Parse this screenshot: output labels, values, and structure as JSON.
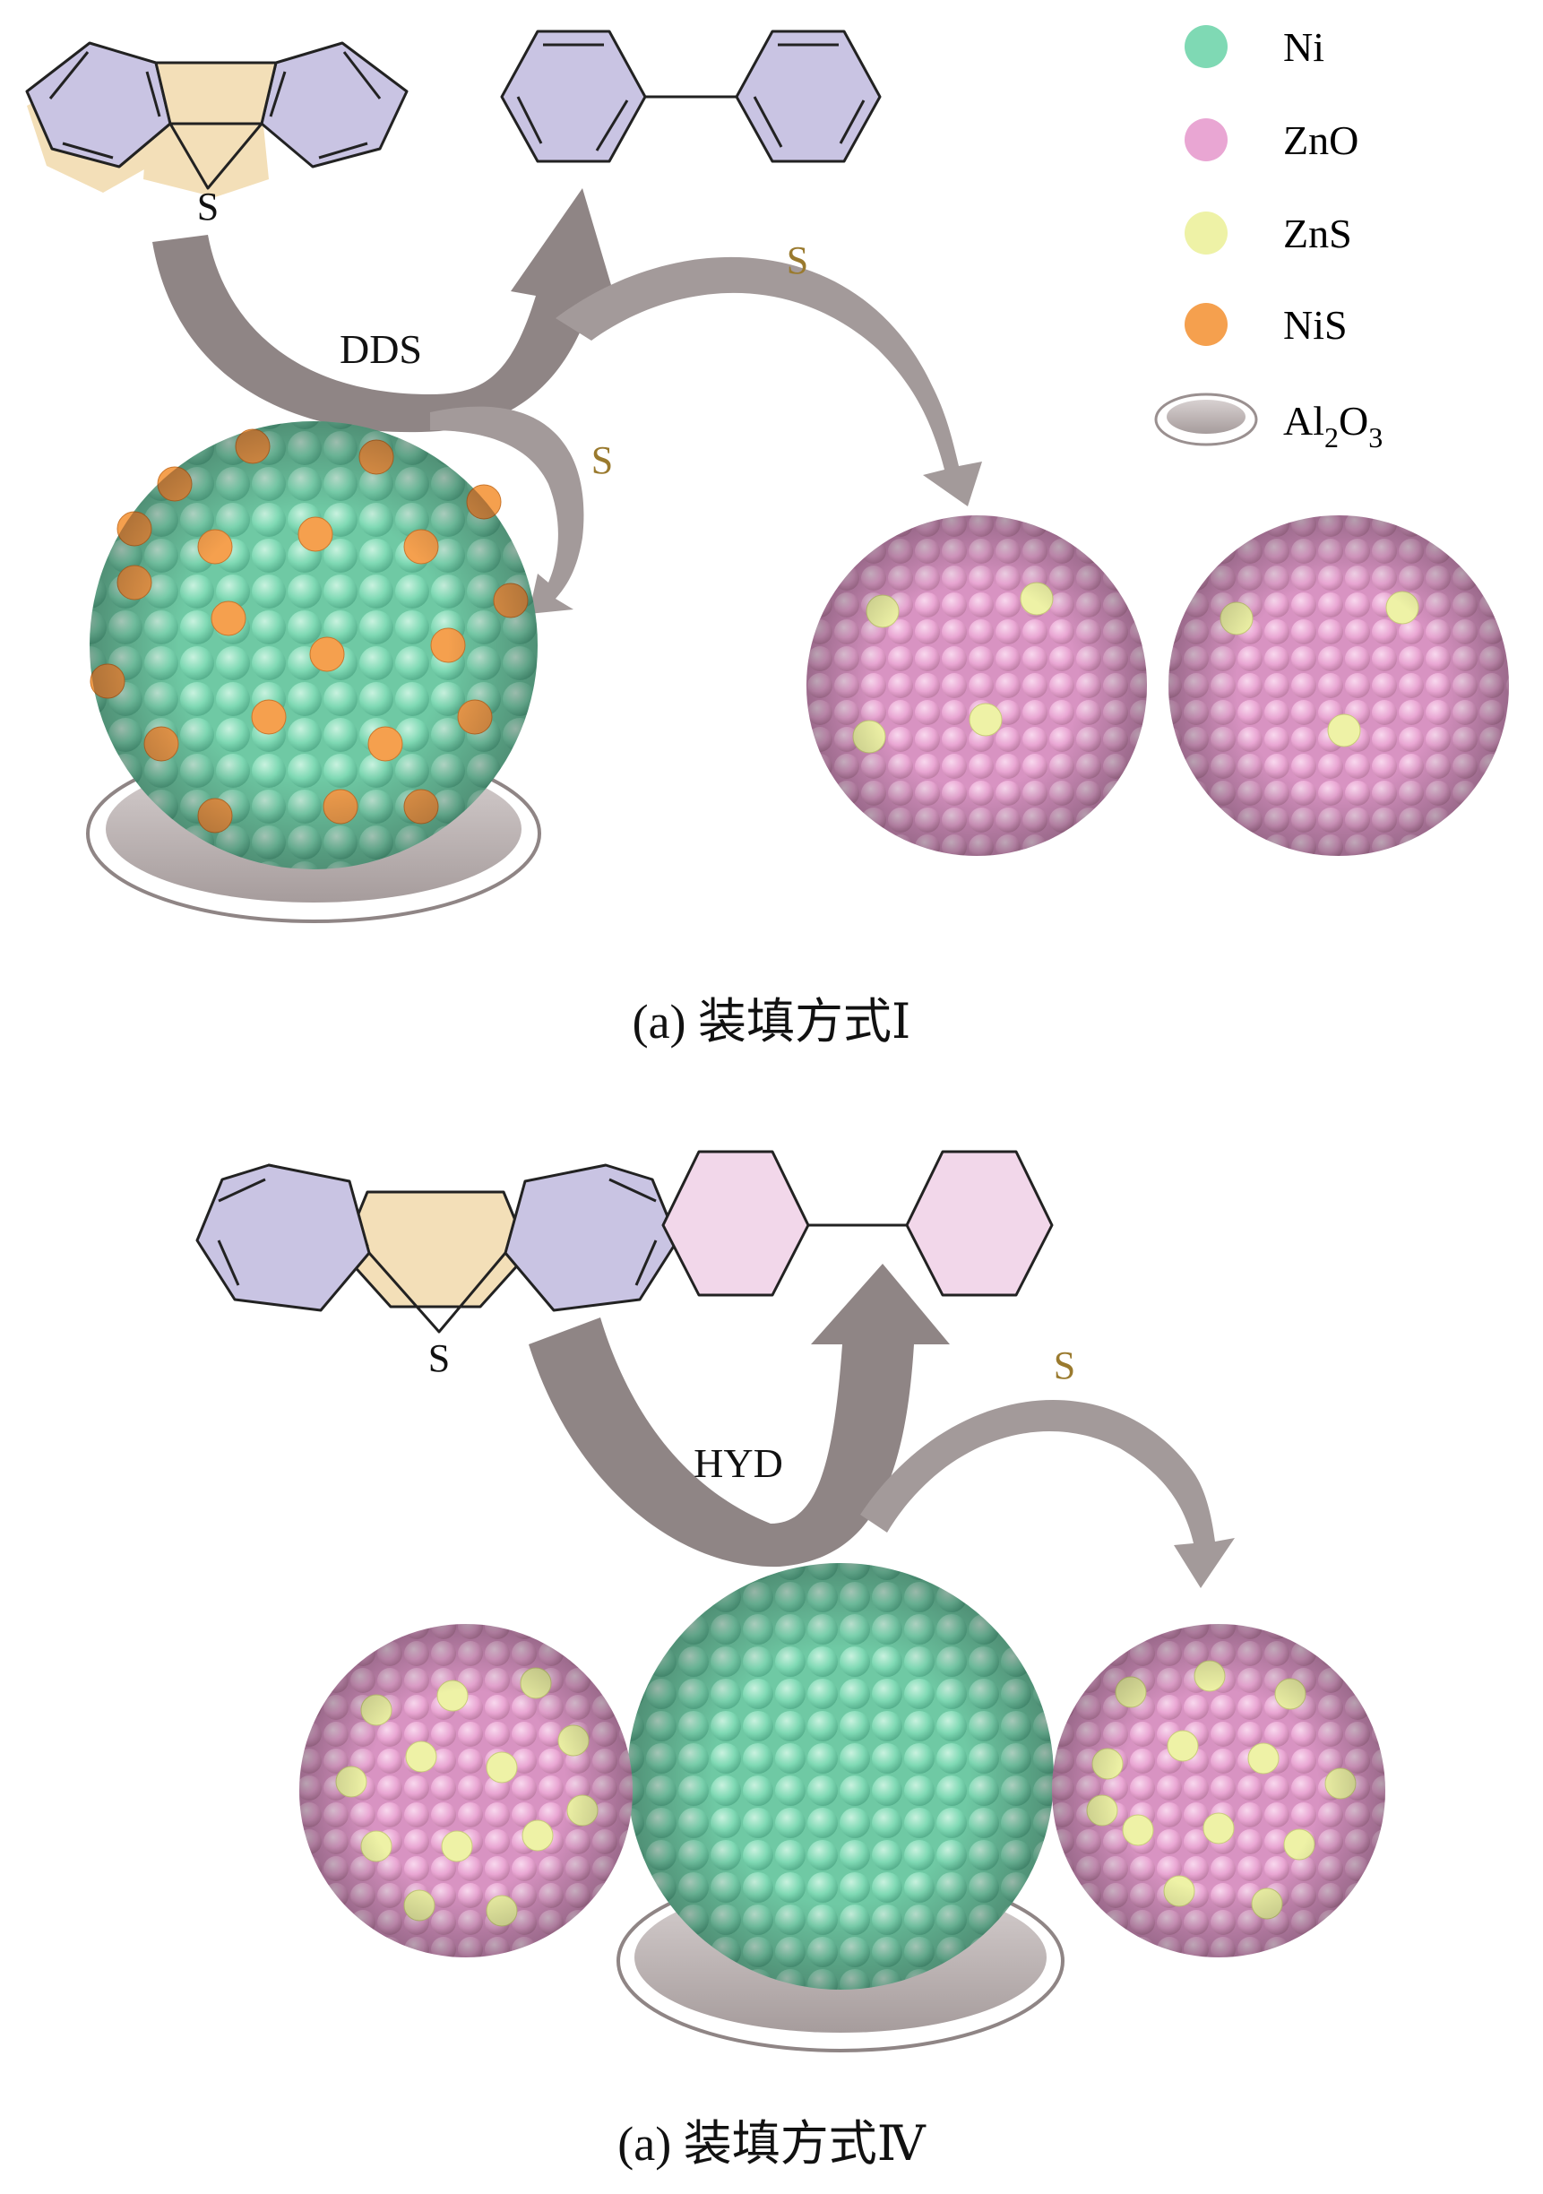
{
  "legend": {
    "items": [
      {
        "key": "ni",
        "label": "Ni",
        "color": "#7fd9b4"
      },
      {
        "key": "zno",
        "label": "ZnO",
        "color": "#e9a6d3"
      },
      {
        "key": "zns",
        "label": "ZnS",
        "color": "#eef2a6"
      },
      {
        "key": "nis",
        "label": "NiS",
        "color": "#f5a04e"
      }
    ],
    "al2o3": {
      "base": "Al",
      "sub1": "2",
      "mid": "O",
      "sub2": "3",
      "color": "#c9c2c2"
    }
  },
  "panel_a": {
    "reactant_atom": "S",
    "pathway_label": "DDS",
    "sulfur_label_1": "S",
    "sulfur_label_2": "S",
    "caption": "(a) 装填方式Ⅰ"
  },
  "panel_b": {
    "reactant_atom": "S",
    "pathway_label": "HYD",
    "sulfur_label": "S",
    "caption": "(a) 装填方式Ⅳ"
  },
  "colors": {
    "aromatic_ring": "#c9c4e3",
    "thiophene_ring": "#f3dfb8",
    "saturated_ring": "#f2d7ea",
    "arrow": "#8f8585",
    "sulfur_text": "#9a7a2e",
    "ni_sphere": "#7fd9b4",
    "zno_sphere": "#e9a6d3",
    "zns_dot": "#eef2a6",
    "nis_dot": "#f5a04e"
  }
}
